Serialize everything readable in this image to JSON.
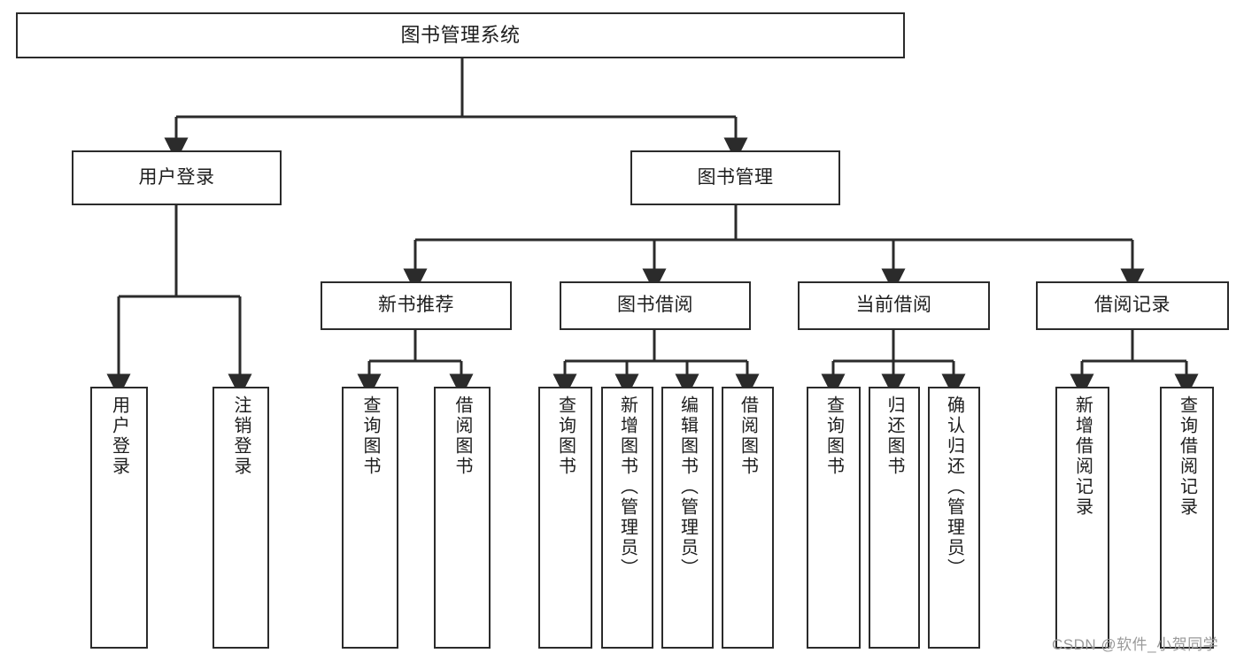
{
  "diagram": {
    "title": "图书管理系统",
    "type": "hierarchy-tree",
    "root": {
      "id": "root",
      "label": "图书管理系统",
      "orientation": "horizontal"
    },
    "level2": [
      {
        "id": "user-login",
        "label": "用户登录",
        "orientation": "horizontal"
      },
      {
        "id": "book-management",
        "label": "图书管理",
        "orientation": "horizontal"
      }
    ],
    "level3": [
      {
        "id": "new-book-recommend",
        "label": "新书推荐",
        "orientation": "horizontal"
      },
      {
        "id": "book-borrow",
        "label": "图书借阅",
        "orientation": "horizontal"
      },
      {
        "id": "current-borrow",
        "label": "当前借阅",
        "orientation": "horizontal"
      },
      {
        "id": "borrow-record",
        "label": "借阅记录",
        "orientation": "horizontal"
      }
    ],
    "leaves": {
      "user-login": [
        {
          "id": "leaf-user-login",
          "label": "用户登录",
          "orientation": "vertical"
        },
        {
          "id": "leaf-logout",
          "label": "注销登录",
          "orientation": "vertical"
        }
      ],
      "new-book-recommend": [
        {
          "id": "leaf-query-book-1",
          "label": "查询图书",
          "orientation": "vertical"
        },
        {
          "id": "leaf-borrow-book-1",
          "label": "借阅图书",
          "orientation": "vertical"
        }
      ],
      "book-borrow": [
        {
          "id": "leaf-query-book-2",
          "label": "查询图书",
          "orientation": "vertical"
        },
        {
          "id": "leaf-add-book",
          "label": "新增图书（管理员）",
          "orientation": "vertical"
        },
        {
          "id": "leaf-edit-book",
          "label": "编辑图书（管理员）",
          "orientation": "vertical"
        },
        {
          "id": "leaf-borrow-book-2",
          "label": "借阅图书",
          "orientation": "vertical"
        }
      ],
      "current-borrow": [
        {
          "id": "leaf-query-book-3",
          "label": "查询图书",
          "orientation": "vertical"
        },
        {
          "id": "leaf-return-book",
          "label": "归还图书",
          "orientation": "vertical"
        },
        {
          "id": "leaf-confirm-return",
          "label": "确认归还（管理员）",
          "orientation": "vertical"
        }
      ],
      "borrow-record": [
        {
          "id": "leaf-add-record",
          "label": "新增借阅记录",
          "orientation": "vertical"
        },
        {
          "id": "leaf-query-record",
          "label": "查询借阅记录",
          "orientation": "vertical"
        }
      ]
    },
    "colors": {
      "stroke": "#2b2b2b",
      "fill": "#ffffff",
      "text": "#1d1d1d",
      "watermark": "#9a9a9a"
    }
  },
  "watermark": {
    "text": "CSDN @软件_小贺同学"
  }
}
